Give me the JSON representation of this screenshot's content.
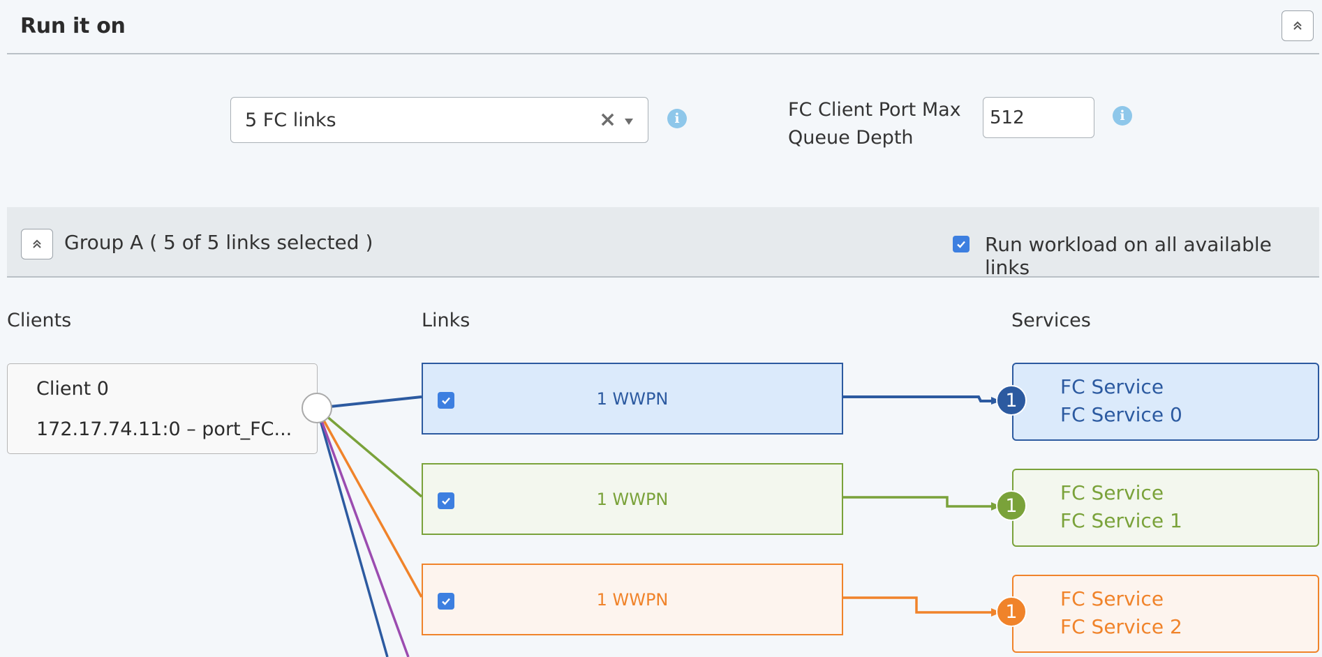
{
  "header": {
    "title": "Run it on"
  },
  "controls": {
    "links_select_value": "5 FC links",
    "clear_glyph": "×",
    "depth_label": "FC Client Port Max Queue Depth",
    "depth_value": "512",
    "info_glyph": "i"
  },
  "group": {
    "title": "Group A ( 5 of 5 links selected )",
    "run_all_label": "Run workload on all available links",
    "run_all_checked": true
  },
  "columns": {
    "clients": "Clients",
    "links": "Links",
    "services": "Services"
  },
  "client": {
    "name": "Client 0",
    "address": "172.17.74.11:0 – port_FC..."
  },
  "links": [
    {
      "label": "1 WWPN",
      "checked": true,
      "color": "#2c5aa0",
      "bg": "#dbeafb"
    },
    {
      "label": "1 WWPN",
      "checked": true,
      "color": "#7aa23a",
      "bg": "#f3f7ee"
    },
    {
      "label": "1 WWPN",
      "checked": true,
      "color": "#f0832a",
      "bg": "#fdf4ee"
    }
  ],
  "services": [
    {
      "type": "FC Service",
      "name": "FC Service 0",
      "badge": "1",
      "color": "#2c5aa0",
      "bg": "#dbeafb"
    },
    {
      "type": "FC Service",
      "name": "FC Service 1",
      "badge": "1",
      "color": "#7aa23a",
      "bg": "#f3f7ee"
    },
    {
      "type": "FC Service",
      "name": "FC Service 2",
      "badge": "1",
      "color": "#f0832a",
      "bg": "#fdf4ee"
    }
  ],
  "offscreen_wire_colors": [
    "#2c5aa0",
    "#9b4cb0"
  ]
}
